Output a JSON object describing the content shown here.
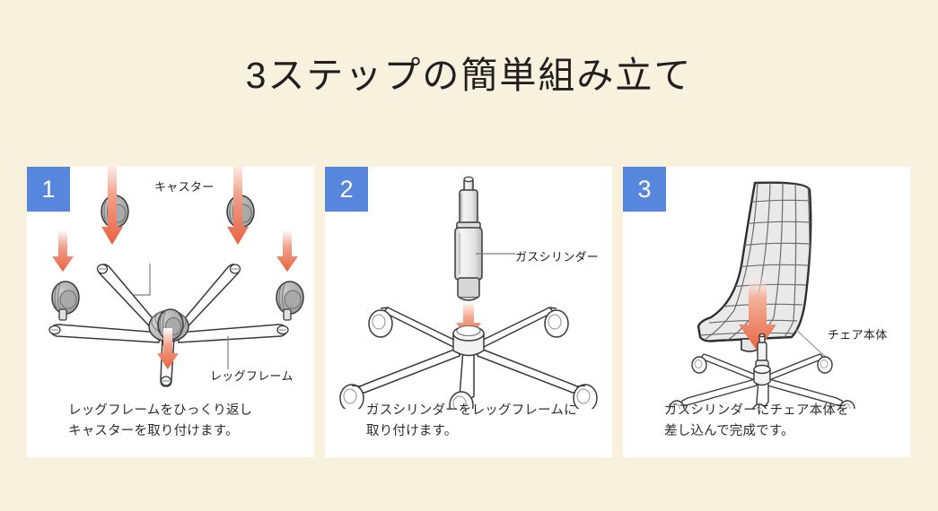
{
  "page": {
    "title": "3ステップの簡単組み立て",
    "background_color": "#f7f1dd",
    "badge_color": "#5787dd",
    "arrow_color": "#ea6240",
    "part_fill_color": "#f2f2f2",
    "outline_color": "#3a3a3a"
  },
  "panels": [
    {
      "step": "1",
      "callouts": [
        {
          "name": "caster",
          "text": "キャスター"
        },
        {
          "name": "leg-frame",
          "text": "レッグフレーム"
        }
      ],
      "caption": "レッグフレームをひっくり返し\nキャスターを取り付けます。",
      "parts_depicted": [
        "leg-frame-inverted",
        "caster",
        "down-arrow"
      ],
      "arrow_count": 5,
      "caster_count": 5
    },
    {
      "step": "2",
      "callouts": [
        {
          "name": "gas-cylinder",
          "text": "ガスシリンダー"
        }
      ],
      "caption": "ガスシリンダーをレッグフレームに\n取り付けます。",
      "parts_depicted": [
        "gas-cylinder",
        "leg-frame-with-casters",
        "down-arrow"
      ],
      "arrow_count": 1,
      "caster_count": 5
    },
    {
      "step": "3",
      "callouts": [
        {
          "name": "chair-body",
          "text": "チェア本体"
        }
      ],
      "caption": "ガスシリンダーにチェア本体を\n差し込んで完成です。",
      "parts_depicted": [
        "chair-seat-back",
        "leg-frame-with-gas-cylinder",
        "down-arrow"
      ],
      "arrow_count": 1,
      "caster_count": 5
    }
  ]
}
